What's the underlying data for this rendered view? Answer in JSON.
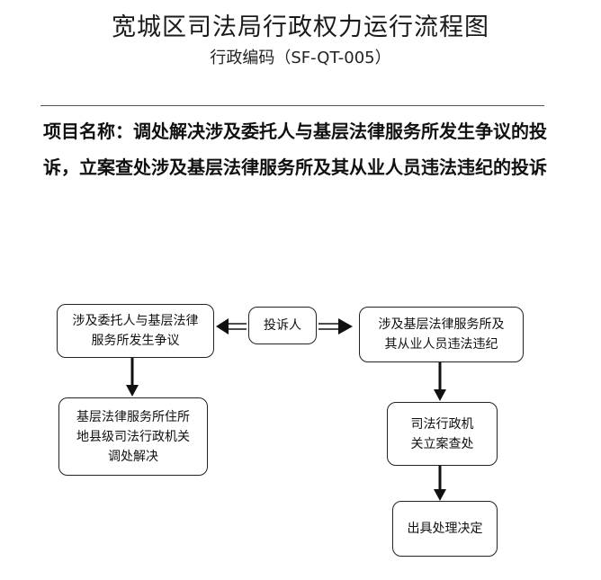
{
  "header": {
    "title": "宽城区司法局行政权力运行流程图",
    "code": "行政编码（SF-QT-005）"
  },
  "project": {
    "text": "项目名称：调处解决涉及委托人与基层法律服务所发生争议的投诉，立案查处涉及基层法律服务所及其从业人员违法违纪的投诉"
  },
  "flow": {
    "complainant": "投诉人",
    "left_branch": {
      "category": "涉及委托人与基层法律服务所发生争议",
      "step": "基层法律服务所住所地县级司法行政机关调处解决"
    },
    "right_branch": {
      "category": "涉及基层法律服务所及其从业人员违法违纪",
      "step": "司法行政机关立案查处",
      "outcome": "出具处理决定"
    }
  }
}
